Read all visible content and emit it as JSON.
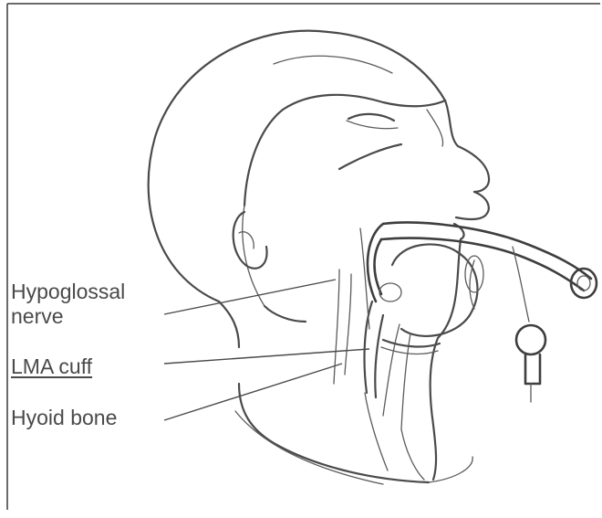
{
  "labels": {
    "hypoglossal_line1": "Hypoglossal",
    "hypoglossal_line2": "nerve",
    "lma_cuff": "LMA cuff",
    "hyoid_bone": "Hyoid bone"
  },
  "colors": {
    "line": "#4a4a4a",
    "background": "#ffffff"
  }
}
